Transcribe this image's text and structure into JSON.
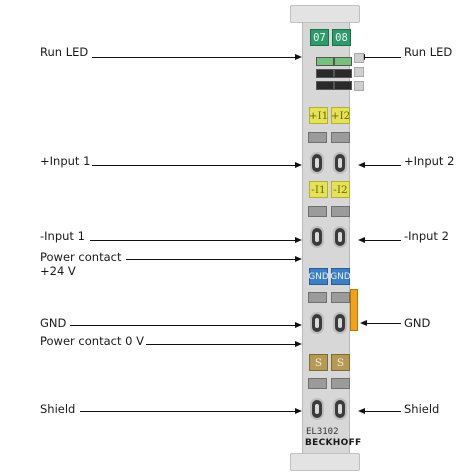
{
  "labels": {
    "run_led_left": "Run LED",
    "run_led_right": "Run LED",
    "input1_plus": "+Input 1",
    "input2_plus": "+Input 2",
    "input1_minus": "-Input 1",
    "input2_minus": "-Input 2",
    "power_contact_24v_line1": "Power contact",
    "power_contact_24v_line2": "+24 V",
    "gnd_left": "GND",
    "gnd_right": "GND",
    "power_contact_0v": "Power contact 0 V",
    "shield_left": "Shield",
    "shield_right": "Shield"
  },
  "terminal": {
    "led_tags": [
      "07",
      "08"
    ],
    "plus_tags": [
      "+I1",
      "+I2"
    ],
    "minus_tags": [
      "-I1",
      "-I2"
    ],
    "gnd_tags": [
      "GND",
      "GND"
    ],
    "shield_tags": [
      "S",
      "S"
    ],
    "model": "EL3102",
    "brand": "BECKHOFF",
    "colors": {
      "led_tag": "#2e9a6b",
      "input_tag": "#e5e25a",
      "gnd_tag": "#3d7fc4",
      "shield_tag": "#b59a57",
      "power_contact_bar": "#f2a11a"
    }
  }
}
